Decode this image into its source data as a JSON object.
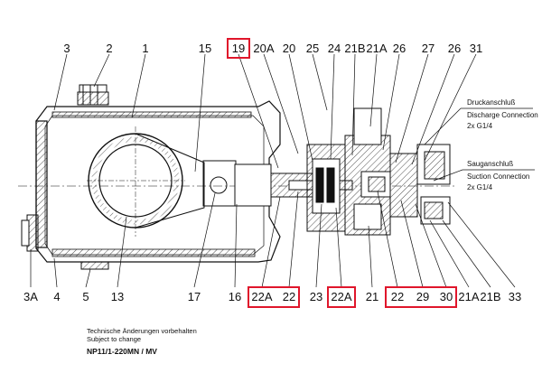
{
  "top_labels": [
    "3",
    "2",
    "1",
    "15",
    "19",
    "20A",
    "20",
    "25",
    "24",
    "21B",
    "21A",
    "26",
    "27",
    "26",
    "31"
  ],
  "bottom_labels": [
    "3A",
    "4",
    "5",
    "13",
    "17",
    "16",
    "22A",
    "22",
    "23",
    "22A",
    "21",
    "22",
    "29",
    "30",
    "21A",
    "21B",
    "33"
  ],
  "discharge": {
    "de": "Druckanschluß",
    "en": "Discharge Connection",
    "size": "2x G1/4"
  },
  "suction": {
    "de": "Sauganschluß",
    "en": "Suction Connection",
    "size": "2x G1/4"
  },
  "footer": {
    "note_de": "Technische Änderungen vorbehalten",
    "note_en": "Subject to change",
    "model": "NP11/1-220MN / MV"
  },
  "colors": {
    "highlight": "#e0162b",
    "line": "#111111"
  }
}
